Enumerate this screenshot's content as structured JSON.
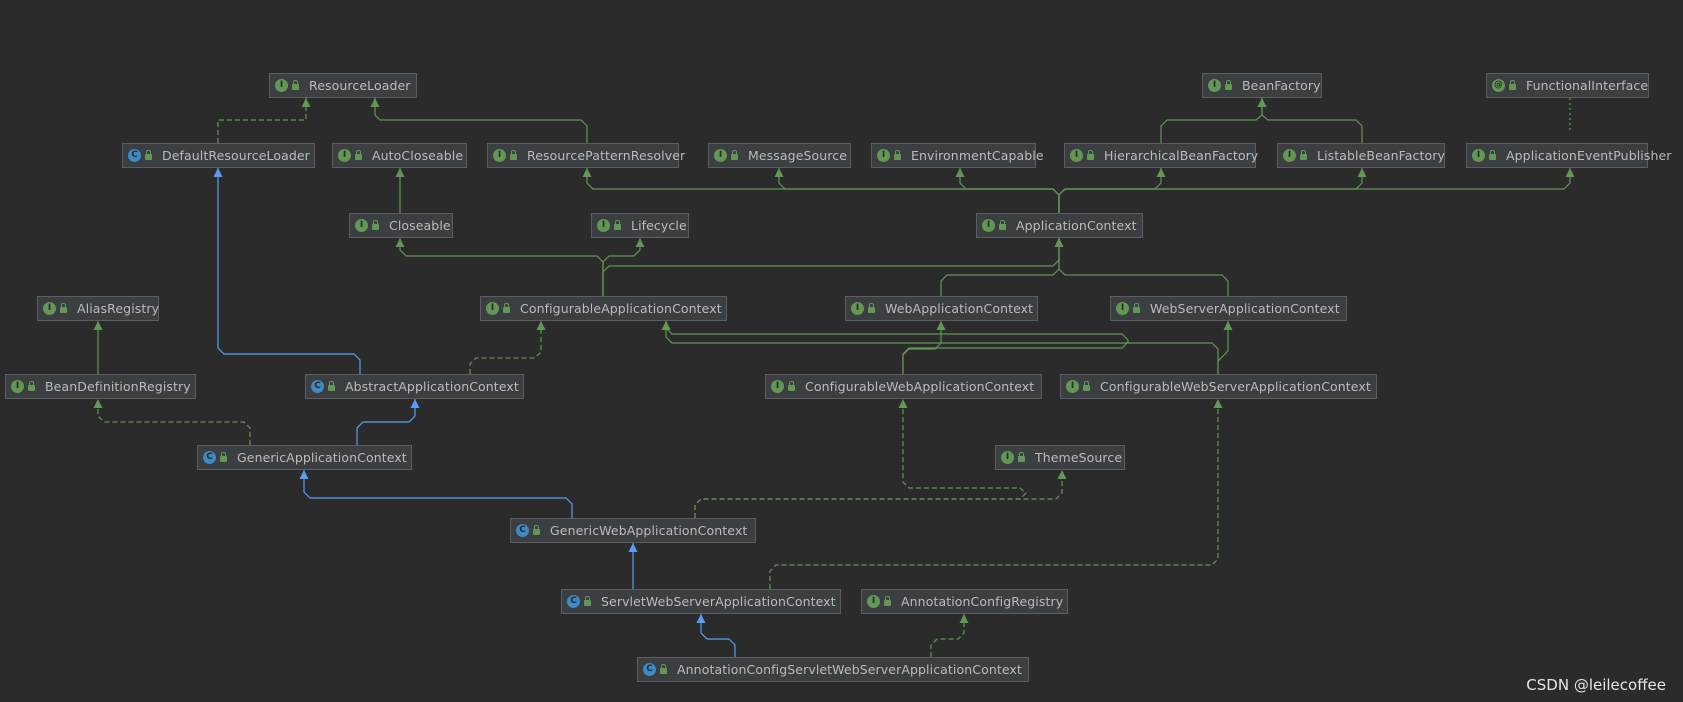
{
  "diagram": {
    "nodes": [
      {
        "id": "ResourceLoader",
        "label": "ResourceLoader",
        "kind": "interface"
      },
      {
        "id": "BeanFactory",
        "label": "BeanFactory",
        "kind": "interface"
      },
      {
        "id": "FunctionalInterface",
        "label": "FunctionalInterface",
        "kind": "annotation"
      },
      {
        "id": "DefaultResourceLoader",
        "label": "DefaultResourceLoader",
        "kind": "class"
      },
      {
        "id": "AutoCloseable",
        "label": "AutoCloseable",
        "kind": "interface"
      },
      {
        "id": "ResourcePatternResolver",
        "label": "ResourcePatternResolver",
        "kind": "interface"
      },
      {
        "id": "MessageSource",
        "label": "MessageSource",
        "kind": "interface"
      },
      {
        "id": "EnvironmentCapable",
        "label": "EnvironmentCapable",
        "kind": "interface"
      },
      {
        "id": "HierarchicalBeanFactory",
        "label": "HierarchicalBeanFactory",
        "kind": "interface"
      },
      {
        "id": "ListableBeanFactory",
        "label": "ListableBeanFactory",
        "kind": "interface"
      },
      {
        "id": "ApplicationEventPublisher",
        "label": "ApplicationEventPublisher",
        "kind": "interface"
      },
      {
        "id": "Closeable",
        "label": "Closeable",
        "kind": "interface"
      },
      {
        "id": "Lifecycle",
        "label": "Lifecycle",
        "kind": "interface"
      },
      {
        "id": "ApplicationContext",
        "label": "ApplicationContext",
        "kind": "interface"
      },
      {
        "id": "AliasRegistry",
        "label": "AliasRegistry",
        "kind": "interface"
      },
      {
        "id": "ConfigurableApplicationContext",
        "label": "ConfigurableApplicationContext",
        "kind": "interface"
      },
      {
        "id": "WebApplicationContext",
        "label": "WebApplicationContext",
        "kind": "interface"
      },
      {
        "id": "WebServerApplicationContext",
        "label": "WebServerApplicationContext",
        "kind": "interface"
      },
      {
        "id": "BeanDefinitionRegistry",
        "label": "BeanDefinitionRegistry",
        "kind": "interface"
      },
      {
        "id": "AbstractApplicationContext",
        "label": "AbstractApplicationContext",
        "kind": "abstract"
      },
      {
        "id": "ConfigurableWebApplicationContext",
        "label": "ConfigurableWebApplicationContext",
        "kind": "interface"
      },
      {
        "id": "ConfigurableWebServerApplicationContext",
        "label": "ConfigurableWebServerApplicationContext",
        "kind": "interface"
      },
      {
        "id": "GenericApplicationContext",
        "label": "GenericApplicationContext",
        "kind": "class"
      },
      {
        "id": "ThemeSource",
        "label": "ThemeSource",
        "kind": "interface"
      },
      {
        "id": "GenericWebApplicationContext",
        "label": "GenericWebApplicationContext",
        "kind": "class"
      },
      {
        "id": "ServletWebServerApplicationContext",
        "label": "ServletWebServerApplicationContext",
        "kind": "class"
      },
      {
        "id": "AnnotationConfigRegistry",
        "label": "AnnotationConfigRegistry",
        "kind": "interface"
      },
      {
        "id": "AnnotationConfigServletWebServerApplicationContext",
        "label": "AnnotationConfigServletWebServerApplicationContext",
        "kind": "class"
      }
    ],
    "edges": [
      {
        "from": "DefaultResourceLoader",
        "to": "ResourceLoader",
        "type": "implements"
      },
      {
        "from": "ResourcePatternResolver",
        "to": "ResourceLoader",
        "type": "extends-interface"
      },
      {
        "from": "HierarchicalBeanFactory",
        "to": "BeanFactory",
        "type": "extends-interface"
      },
      {
        "from": "ListableBeanFactory",
        "to": "BeanFactory",
        "type": "extends-interface"
      },
      {
        "from": "ApplicationEventPublisher",
        "to": "FunctionalInterface",
        "type": "annotated"
      },
      {
        "from": "Closeable",
        "to": "AutoCloseable",
        "type": "extends-interface"
      },
      {
        "from": "ApplicationContext",
        "to": "ResourcePatternResolver",
        "type": "extends-interface"
      },
      {
        "from": "ApplicationContext",
        "to": "MessageSource",
        "type": "extends-interface"
      },
      {
        "from": "ApplicationContext",
        "to": "EnvironmentCapable",
        "type": "extends-interface"
      },
      {
        "from": "ApplicationContext",
        "to": "HierarchicalBeanFactory",
        "type": "extends-interface"
      },
      {
        "from": "ApplicationContext",
        "to": "ListableBeanFactory",
        "type": "extends-interface"
      },
      {
        "from": "ApplicationContext",
        "to": "ApplicationEventPublisher",
        "type": "extends-interface"
      },
      {
        "from": "ConfigurableApplicationContext",
        "to": "Closeable",
        "type": "extends-interface"
      },
      {
        "from": "ConfigurableApplicationContext",
        "to": "Lifecycle",
        "type": "extends-interface"
      },
      {
        "from": "ConfigurableApplicationContext",
        "to": "ApplicationContext",
        "type": "extends-interface"
      },
      {
        "from": "WebApplicationContext",
        "to": "ApplicationContext",
        "type": "extends-interface"
      },
      {
        "from": "WebServerApplicationContext",
        "to": "ApplicationContext",
        "type": "extends-interface"
      },
      {
        "from": "BeanDefinitionRegistry",
        "to": "AliasRegistry",
        "type": "extends-interface"
      },
      {
        "from": "AbstractApplicationContext",
        "to": "DefaultResourceLoader",
        "type": "extends-class"
      },
      {
        "from": "AbstractApplicationContext",
        "to": "ConfigurableApplicationContext",
        "type": "implements"
      },
      {
        "from": "ConfigurableWebApplicationContext",
        "to": "WebApplicationContext",
        "type": "extends-interface"
      },
      {
        "from": "ConfigurableWebApplicationContext",
        "to": "ConfigurableApplicationContext",
        "type": "extends-interface"
      },
      {
        "from": "ConfigurableWebServerApplicationContext",
        "to": "ConfigurableApplicationContext",
        "type": "extends-interface"
      },
      {
        "from": "ConfigurableWebServerApplicationContext",
        "to": "WebServerApplicationContext",
        "type": "extends-interface"
      },
      {
        "from": "GenericApplicationContext",
        "to": "AbstractApplicationContext",
        "type": "extends-class"
      },
      {
        "from": "GenericApplicationContext",
        "to": "BeanDefinitionRegistry",
        "type": "implements"
      },
      {
        "from": "GenericWebApplicationContext",
        "to": "GenericApplicationContext",
        "type": "extends-class"
      },
      {
        "from": "GenericWebApplicationContext",
        "to": "ConfigurableWebApplicationContext",
        "type": "implements"
      },
      {
        "from": "GenericWebApplicationContext",
        "to": "ThemeSource",
        "type": "implements"
      },
      {
        "from": "ServletWebServerApplicationContext",
        "to": "GenericWebApplicationContext",
        "type": "extends-class"
      },
      {
        "from": "ServletWebServerApplicationContext",
        "to": "ConfigurableWebServerApplicationContext",
        "type": "implements"
      },
      {
        "from": "AnnotationConfigServletWebServerApplicationContext",
        "to": "ServletWebServerApplicationContext",
        "type": "extends-class"
      },
      {
        "from": "AnnotationConfigServletWebServerApplicationContext",
        "to": "AnnotationConfigRegistry",
        "type": "implements"
      }
    ]
  },
  "colors": {
    "background": "#2b2b2b",
    "node_fill": "#3c3f41",
    "node_border": "#5b5d60",
    "text": "#bbbbbb",
    "interface_edge": "#629755",
    "class_edge": "#589df6"
  },
  "watermark": "CSDN @leilecoffee"
}
